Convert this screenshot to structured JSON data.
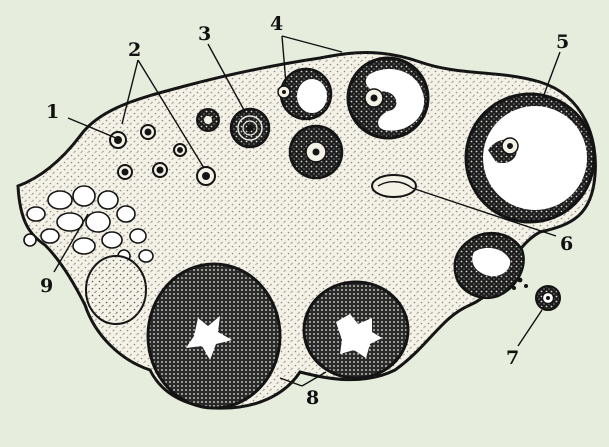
{
  "labels": {
    "l1": "1",
    "l2": "2",
    "l3": "3",
    "l4": "4",
    "l5": "5",
    "l6": "6",
    "l7": "7",
    "l8": "8",
    "l9": "9"
  },
  "colors": {
    "panel": "#e6eddc",
    "stroma": "#f4f2e6",
    "ink": "#141414",
    "antrum": "#ffffff"
  }
}
